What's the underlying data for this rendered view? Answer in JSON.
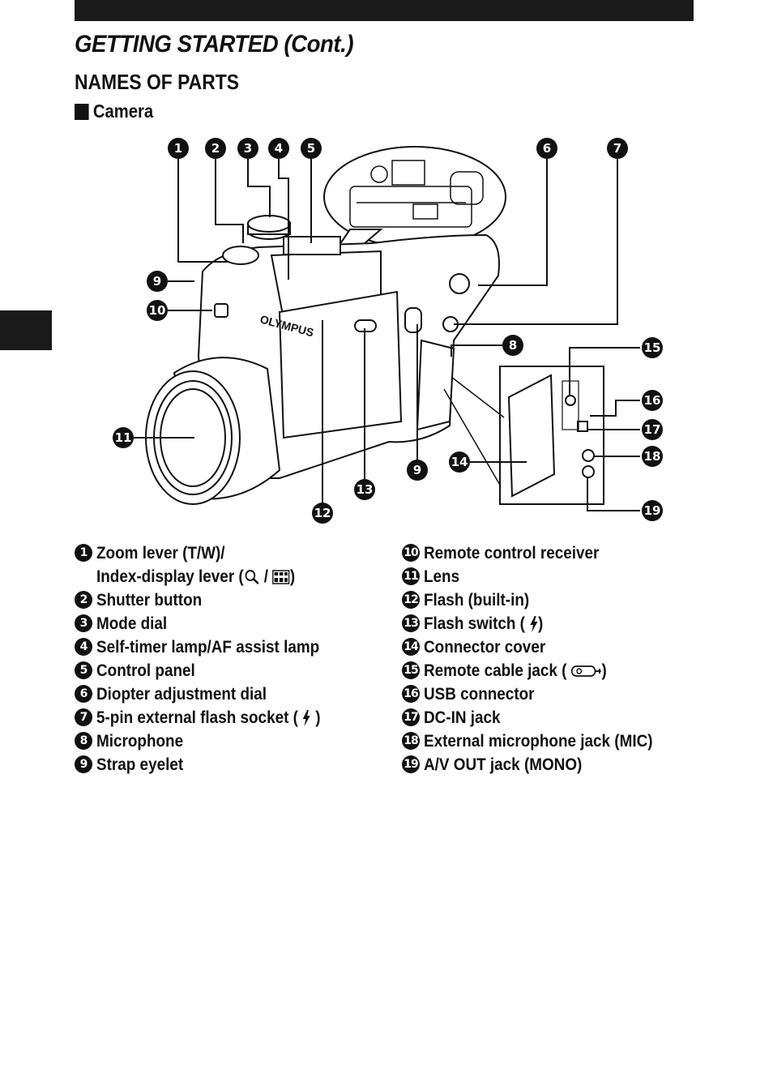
{
  "header": {
    "title": "GETTING STARTED (Cont.)",
    "section": "NAMES OF PARTS",
    "subsection": "Camera"
  },
  "diagram": {
    "brand_label": "OLYMPUS",
    "callout_numbers": [
      "1",
      "2",
      "3",
      "4",
      "5",
      "6",
      "7",
      "8",
      "9",
      "10",
      "11",
      "12",
      "13",
      "14",
      "15",
      "16",
      "17",
      "18",
      "19"
    ]
  },
  "parts_left": [
    {
      "n": "1",
      "label": "Zoom lever (T/W)/"
    },
    {
      "n": "",
      "label_pre": "Index-display lever (",
      "label_sep": " / ",
      "label_post": ")"
    },
    {
      "n": "2",
      "label": "Shutter button"
    },
    {
      "n": "3",
      "label": "Mode dial"
    },
    {
      "n": "4",
      "label": "Self-timer lamp/AF assist lamp"
    },
    {
      "n": "5",
      "label": "Control panel"
    },
    {
      "n": "6",
      "label": "Diopter adjustment dial"
    },
    {
      "n": "7",
      "label_pre": "5-pin external flash socket ( ",
      "label_post": " )"
    },
    {
      "n": "8",
      "label": "Microphone"
    },
    {
      "n": "9",
      "label": "Strap eyelet"
    }
  ],
  "parts_right": [
    {
      "n": "10",
      "label": "Remote control receiver"
    },
    {
      "n": "11",
      "label": "Lens"
    },
    {
      "n": "12",
      "label": "Flash (built-in)"
    },
    {
      "n": "13",
      "label_pre": "Flash switch ( ",
      "label_post": ")"
    },
    {
      "n": "14",
      "label": "Connector cover"
    },
    {
      "n": "15",
      "label_pre": "Remote cable jack ( ",
      "label_post": ")"
    },
    {
      "n": "16",
      "label": "USB connector"
    },
    {
      "n": "17",
      "label": "DC-IN jack"
    },
    {
      "n": "18",
      "label": "External microphone jack (MIC)"
    },
    {
      "n": "19",
      "label": "A/V OUT jack (MONO)"
    }
  ]
}
